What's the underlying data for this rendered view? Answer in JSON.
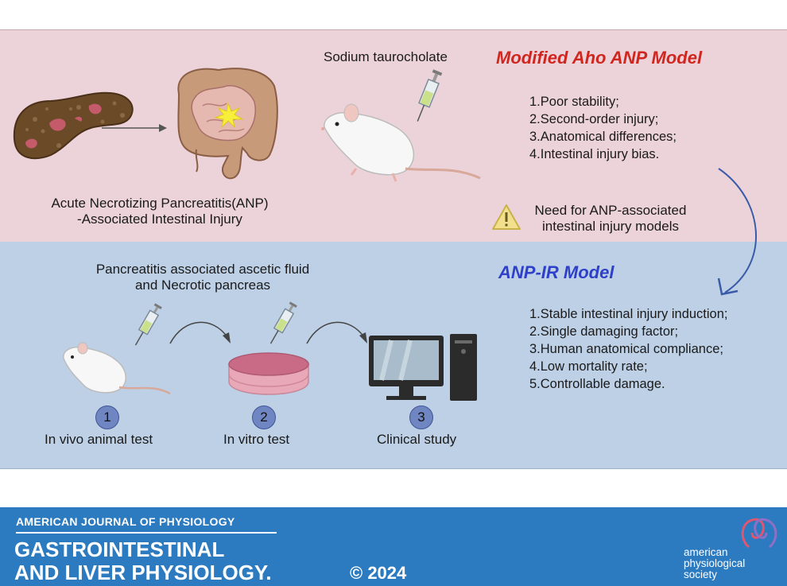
{
  "top_panel": {
    "disease_label": [
      "Acute Necrotizing Pancreatitis(ANP)",
      "-Associated Intestinal Injury"
    ],
    "injection_label": "Sodium taurocholate",
    "model_title": "Modified Aho ANP Model",
    "limitations": [
      "1.Poor stability;",
      "2.Second-order injury;",
      "3.Anatomical differences;",
      "4.Intestinal injury bias."
    ],
    "need_label": [
      "Need for ANP-associated",
      "intestinal injury models"
    ]
  },
  "bottom_panel": {
    "materials_label": [
      "Pancreatitis associated ascetic fluid",
      "and Necrotic pancreas"
    ],
    "model_title": "ANP-IR Model",
    "advantages": [
      "1.Stable intestinal injury induction;",
      "2.Single damaging factor;",
      "3.Human anatomical compliance;",
      "4.Low mortality rate;",
      "5.Controllable damage."
    ],
    "steps": [
      {
        "number": "1",
        "label": "In vivo animal test"
      },
      {
        "number": "2",
        "label": "In vitro test"
      },
      {
        "number": "3",
        "label": "Clinical study"
      }
    ]
  },
  "footer": {
    "journal_top": "AMERICAN JOURNAL OF PHYSIOLOGY",
    "journal_line1": "GASTROINTESTINAL",
    "journal_line2": "AND LIVER PHYSIOLOGY.",
    "copyright": "© 2024",
    "society": [
      "american",
      "physiological",
      "society"
    ]
  },
  "colors": {
    "top_bg": "#ecd3d9",
    "bottom_bg": "#bdd0e6",
    "red_title": "#d0261f",
    "blue_title": "#2e3fc9",
    "footer_bg": "#2c7bc0"
  },
  "icons": [
    "pancreas-icon",
    "intestine-icon",
    "rat-icon",
    "syringe-icon",
    "warning-icon",
    "petri-dish-icon",
    "computer-icon",
    "curved-arrow-icon"
  ]
}
